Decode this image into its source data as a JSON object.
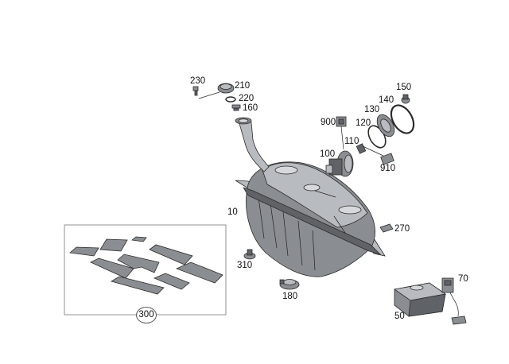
{
  "diagram": {
    "callouts": [
      {
        "id": "230",
        "label": "230"
      },
      {
        "id": "210",
        "label": "210"
      },
      {
        "id": "220",
        "label": "220"
      },
      {
        "id": "160",
        "label": "160"
      },
      {
        "id": "150",
        "label": "150"
      },
      {
        "id": "140",
        "label": "140"
      },
      {
        "id": "130",
        "label": "130"
      },
      {
        "id": "120",
        "label": "120"
      },
      {
        "id": "900",
        "label": "900"
      },
      {
        "id": "110",
        "label": "110"
      },
      {
        "id": "100",
        "label": "100"
      },
      {
        "id": "910",
        "label": "910"
      },
      {
        "id": "10",
        "label": "10"
      },
      {
        "id": "270",
        "label": "270"
      },
      {
        "id": "310",
        "label": "310"
      },
      {
        "id": "180",
        "label": "180"
      },
      {
        "id": "300",
        "label": "300"
      },
      {
        "id": "70",
        "label": "70"
      },
      {
        "id": "50",
        "label": "50"
      }
    ]
  }
}
